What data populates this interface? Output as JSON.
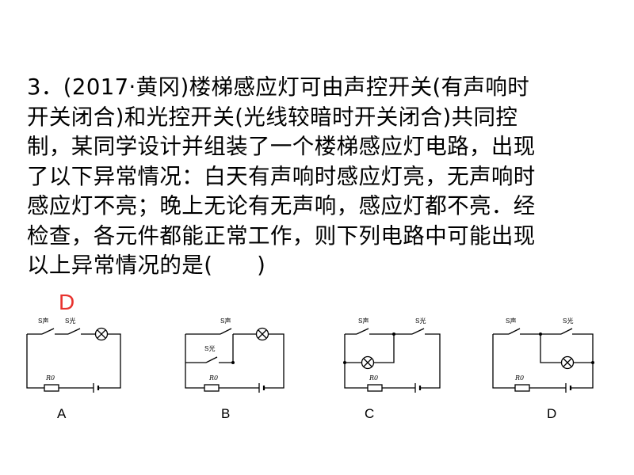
{
  "question": {
    "text": "3．(2017·黄冈)楼梯感应灯可由声控开关(有声响时开关闭合)和光控开关(光线较暗时开关闭合)共同控制，某同学设计并组装了一个楼梯感应灯电路，出现了以下异常情况：白天有声响时感应灯亮，无声响时感应灯不亮；晚上无论有无声响，感应灯都不亮．经检查，各元件都能正常工作，则下列电路中可能出现以上异常情况的是(　　)"
  },
  "answer": "D",
  "components": {
    "sound_switch": "S声",
    "light_switch": "S光",
    "resistor": "R0"
  },
  "options": [
    "A",
    "B",
    "C",
    "D"
  ],
  "colors": {
    "answer": "#e8322e",
    "lines": "#000000"
  }
}
